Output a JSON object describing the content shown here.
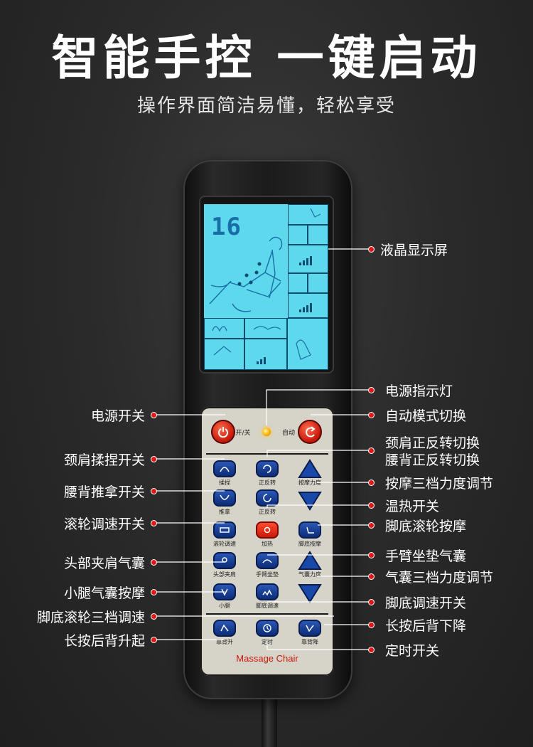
{
  "header": {
    "title": "智能手控  一键启动",
    "subtitle": "操作界面简洁易懂，轻松享受"
  },
  "lcd": {
    "digits": "16"
  },
  "remote": {
    "switch_label": "开/关",
    "auto_label": "自动",
    "brand": "Massage Chair",
    "buttons": {
      "knead": "揉捏",
      "fwd_rev_1": "正反转",
      "strength": "按摩力度",
      "push": "推拿",
      "fwd_rev_2": "正反转",
      "roller_speed": "滚轮调速",
      "heat": "加热",
      "foot_massage": "脚底按摩",
      "head_shoulder": "头部夹肩",
      "arm_cushion": "手臂坐垫",
      "airbag_strength": "气囊力度",
      "calf": "小腿",
      "foot_speed": "脚底调速",
      "back_up": "靠背升",
      "timer": "定时",
      "back_down": "靠背降"
    }
  },
  "annotations": {
    "lcd": "液晶显示屏",
    "power_led": "电源指示灯",
    "power_switch": "电源开关",
    "auto_mode": "自动模式切换",
    "neck_fwd_rev": "颈肩正反转切换",
    "back_fwd_rev": "腰背正反转切换",
    "neck_knead": "颈肩揉捏开关",
    "strength_3": "按摩三档力度调节",
    "back_push": "腰背推拿开关",
    "heat": "温热开关",
    "roller_speed": "滚轮调速开关",
    "foot_roller": "脚底滚轮按摩",
    "head_airbag": "头部夹肩气囊",
    "arm_airbag": "手臂坐垫气囊",
    "airbag_strength": "气囊三档力度调节",
    "calf_airbag": "小腿气囊按摩",
    "foot_speed": "脚底调速开关",
    "foot_roller_3": "脚底滚轮三档调速",
    "back_down": "长按后背下降",
    "back_up": "长按后背升起",
    "timer": "定时开关"
  }
}
